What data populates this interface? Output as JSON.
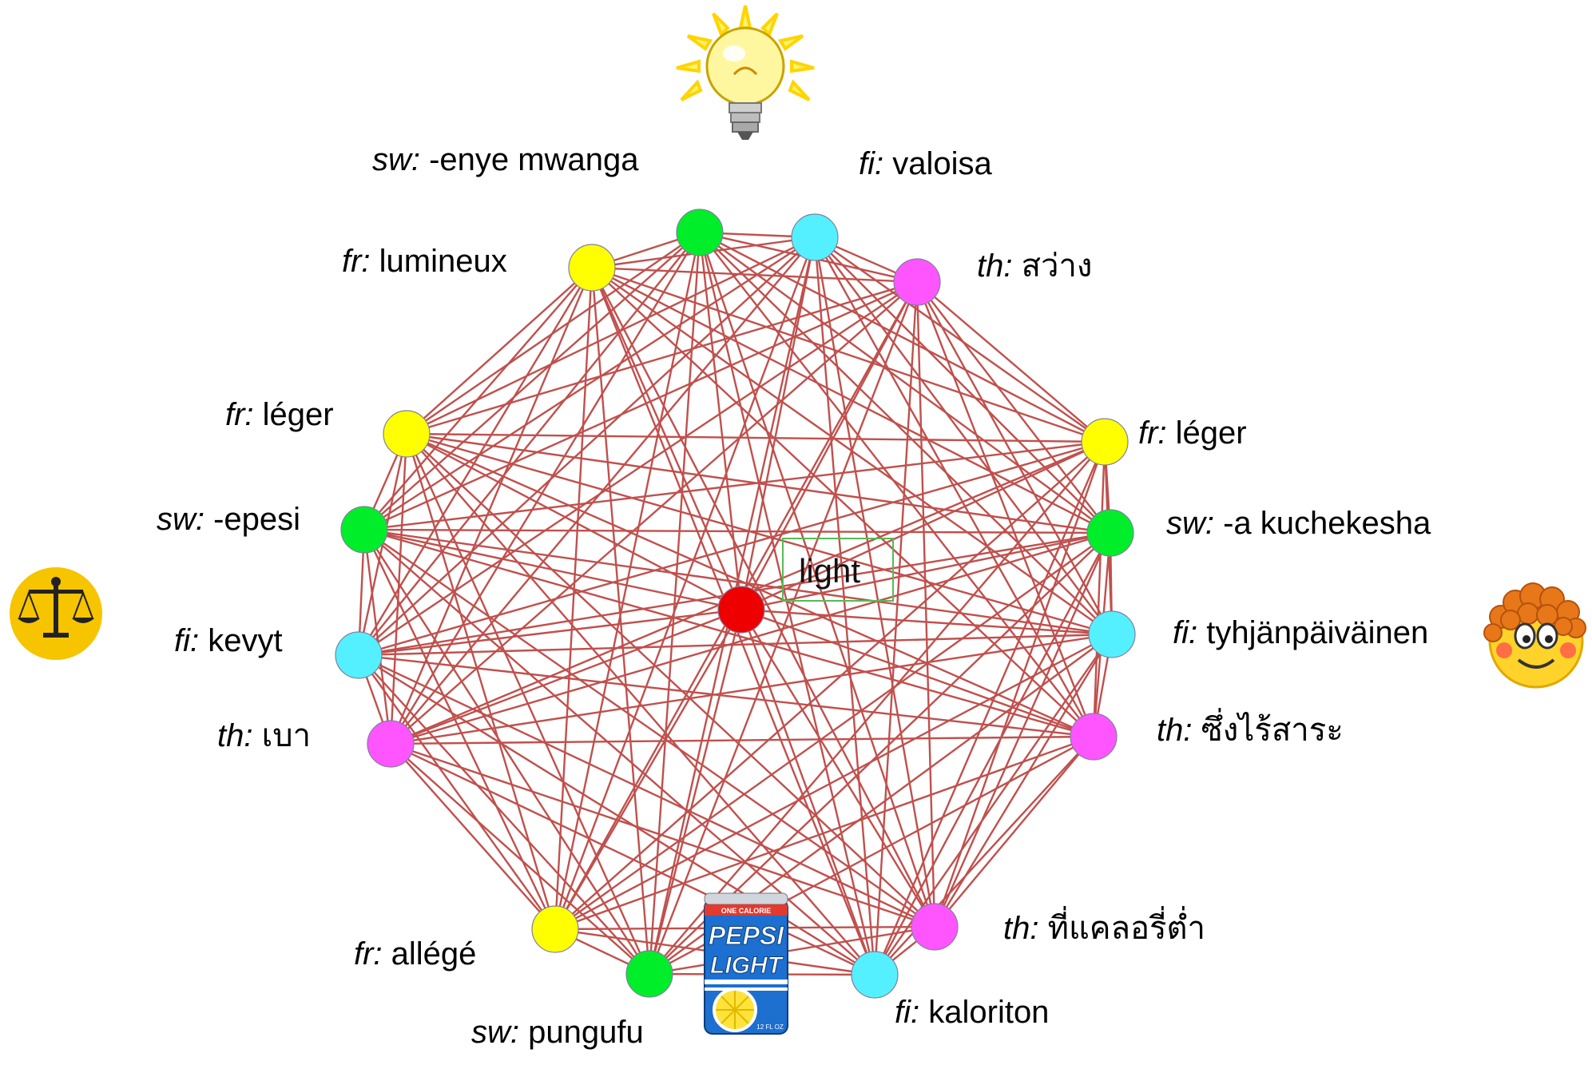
{
  "colors": {
    "edge": "#c0504d",
    "center": "#ee0000",
    "fr": "#ffff00",
    "sw": "#00ee2a",
    "fi": "#55f0ff",
    "th": "#ff55ff",
    "center_box": "#55bb55"
  },
  "center": {
    "label": "light"
  },
  "nodes": [
    {
      "id": "sw-enye-mwanga",
      "lang": "sw:",
      "word": "-enye mwanga",
      "color": "sw"
    },
    {
      "id": "fi-valoisa",
      "lang": "fi:",
      "word": "valoisa",
      "color": "fi"
    },
    {
      "id": "th-sawang",
      "lang": "th:",
      "word": "สว่าง",
      "color": "th"
    },
    {
      "id": "fr-leger-right",
      "lang": "fr:",
      "word": "léger",
      "color": "fr"
    },
    {
      "id": "sw-a-kuchekesha",
      "lang": "sw:",
      "word": "-a kuchekesha",
      "color": "sw"
    },
    {
      "id": "fi-tyhjanpaivainen",
      "lang": "fi:",
      "word": "tyhjänpäiväinen",
      "color": "fi"
    },
    {
      "id": "th-sing-rai-sara",
      "lang": "th:",
      "word": "ซึ่งไร้สาระ",
      "color": "th"
    },
    {
      "id": "th-calorie-tam",
      "lang": "th:",
      "word": "ที่แคลอรี่ต่ำ",
      "color": "th"
    },
    {
      "id": "fi-kaloriton",
      "lang": "fi:",
      "word": "kaloriton",
      "color": "fi"
    },
    {
      "id": "sw-pungufu",
      "lang": "sw:",
      "word": "pungufu",
      "color": "sw"
    },
    {
      "id": "fr-allege",
      "lang": "fr:",
      "word": "allégé",
      "color": "fr"
    },
    {
      "id": "th-bao",
      "lang": "th:",
      "word": "เบา",
      "color": "th"
    },
    {
      "id": "fi-kevyt",
      "lang": "fi:",
      "word": "kevyt",
      "color": "fi"
    },
    {
      "id": "sw-epesi",
      "lang": "sw:",
      "word": "-epesi",
      "color": "sw"
    },
    {
      "id": "fr-leger-left",
      "lang": "fr:",
      "word": "léger",
      "color": "fr"
    },
    {
      "id": "fr-lumineux",
      "lang": "fr:",
      "word": "lumineux",
      "color": "fr"
    }
  ],
  "images": {
    "bulb": "light-bulb-icon",
    "scales": "scales-of-justice-icon",
    "smiley": "smiley-face-icon",
    "can": "diet-soda-can-icon",
    "can_text_top": "PEPSI",
    "can_text_bottom": "LIGHT",
    "can_band": "ONE CALORIE",
    "can_volume": "12 FL OZ"
  }
}
